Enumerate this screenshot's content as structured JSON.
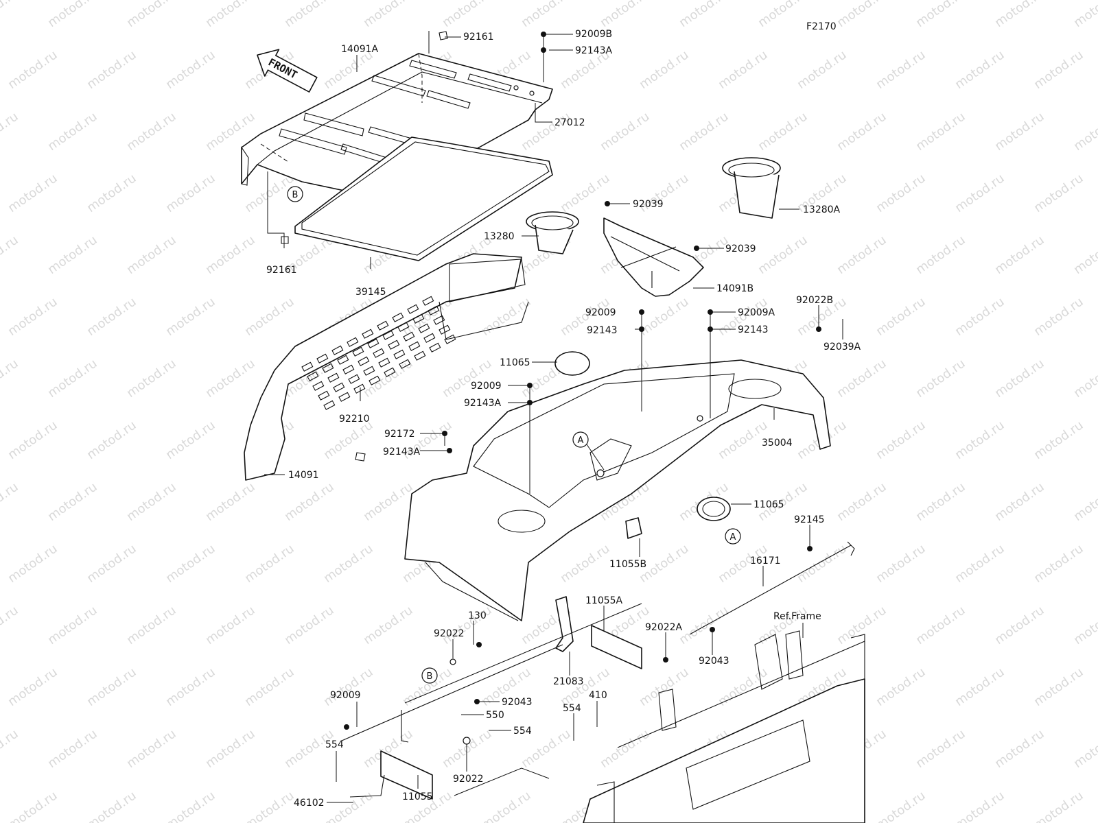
{
  "diagram_code": "F2170",
  "watermark": "motod.ru",
  "front_arrow": "FRONT",
  "ref_frame": "Ref.Frame",
  "callouts": {
    "A": "A",
    "B": "B"
  },
  "parts": {
    "p14091A": "14091A",
    "p92161_top": "92161",
    "p92009B": "92009B",
    "p92143A_top": "92143A",
    "p27012": "27012",
    "p92161_left": "92161",
    "p39145": "39145",
    "p13280": "13280",
    "p92039_a": "92039",
    "p13280A": "13280A",
    "p92039_b": "92039",
    "p14091B": "14091B",
    "p92009_mid": "92009",
    "p92009A": "92009A",
    "p92022B": "92022B",
    "p92143_mid": "92143",
    "p92143_right": "92143",
    "p92039A": "92039A",
    "p11065_top": "11065",
    "p92009_left": "92009",
    "p92143A_mid": "92143A",
    "p92210": "92210",
    "p92172": "92172",
    "p92143A_low": "92143A",
    "p35004": "35004",
    "p14091": "14091",
    "p11065_low": "11065",
    "p92145": "92145",
    "p11055B": "11055B",
    "p16171": "16171",
    "p11055A": "11055A",
    "p130": "130",
    "p92022_a": "92022",
    "p92022A": "92022A",
    "p92043_right": "92043",
    "p21083": "21083",
    "p92009_bottom": "92009",
    "p92043_mid": "92043",
    "p550": "550",
    "p410": "410",
    "p554_a": "554",
    "p554_b": "554",
    "p554_c": "554",
    "p92022_b": "92022",
    "p46102": "46102",
    "p11055": "11055"
  }
}
